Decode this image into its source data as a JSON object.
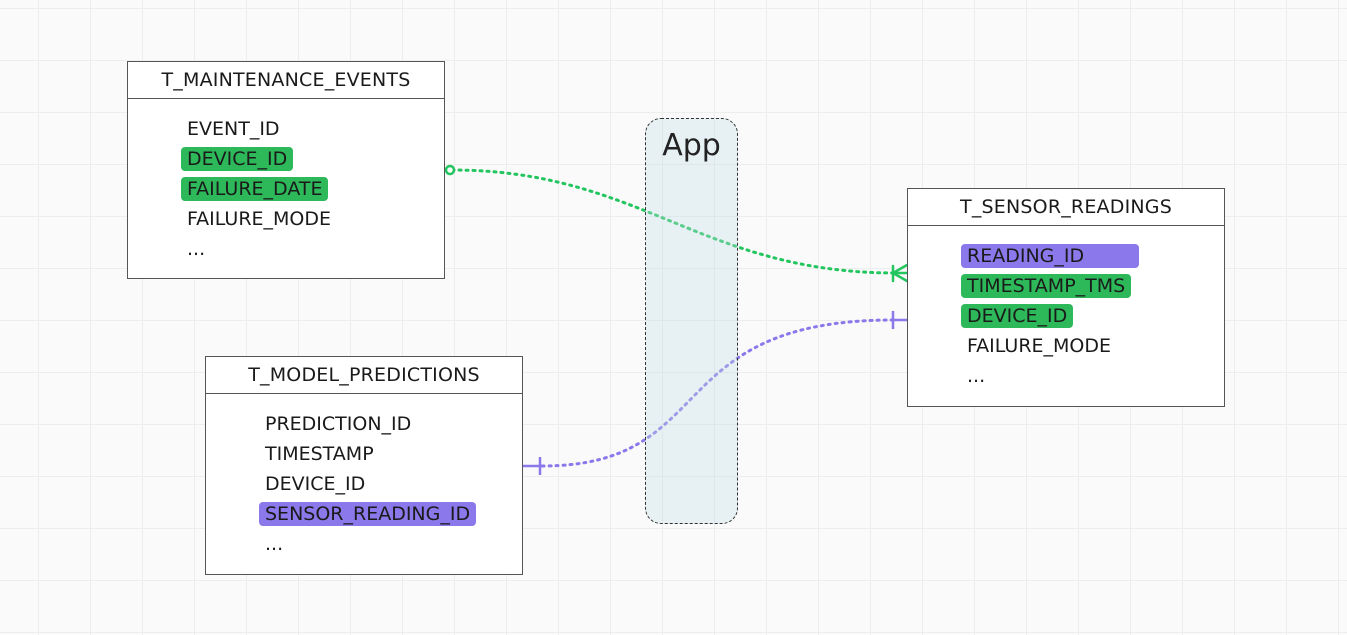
{
  "app_group": {
    "label": "App"
  },
  "tables": {
    "maintenance": {
      "name": "T_MAINTENANCE_EVENTS",
      "fields": [
        "EVENT_ID",
        "DEVICE_ID",
        "FAILURE_DATE",
        "FAILURE_MODE"
      ],
      "more": "..."
    },
    "predictions": {
      "name": "T_MODEL_PREDICTIONS",
      "fields": [
        "PREDICTION_ID",
        "TIMESTAMP",
        "DEVICE_ID",
        "SENSOR_READING_ID"
      ],
      "more": "..."
    },
    "sensor": {
      "name": "T_SENSOR_READINGS",
      "fields": [
        "READING_ID",
        "TIMESTAMP_TMS",
        "DEVICE_ID",
        "FAILURE_MODE"
      ],
      "more": "..."
    }
  },
  "colors": {
    "green_highlight": "#2db85a",
    "purple_highlight": "#8b78ea",
    "green_connector": "#22c55e",
    "purple_connector": "#8b78ea"
  },
  "relationships": [
    {
      "from": "T_MAINTENANCE_EVENTS",
      "to": "T_SENSOR_READINGS",
      "from_end": "zero",
      "to_end": "many",
      "color": "green"
    },
    {
      "from": "T_MODEL_PREDICTIONS",
      "to": "T_SENSOR_READINGS",
      "from_end": "one",
      "to_end": "one",
      "color": "purple"
    }
  ]
}
